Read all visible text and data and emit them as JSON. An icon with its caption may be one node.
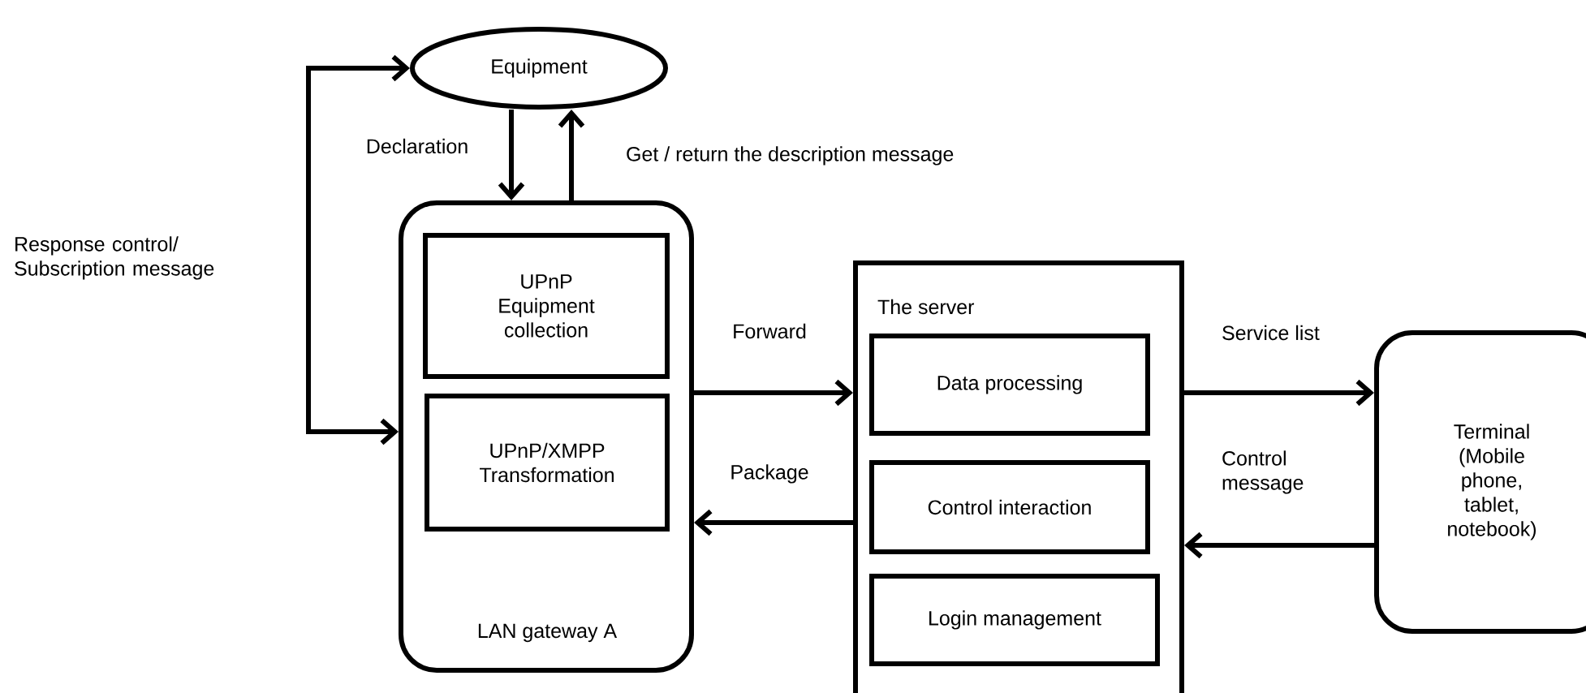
{
  "diagram": {
    "nodes": [
      {
        "text": [
          "Equipment"
        ]
      },
      {
        "text": [
          "LAN gateway A"
        ]
      },
      {
        "text": [
          "UPnP Equipment collection"
        ],
        "in": 1
      },
      {
        "text": [
          "UPnP/XMPP Transformation"
        ],
        "in": 1
      },
      {
        "text": [
          "The server"
        ]
      },
      {
        "text": [
          "Data processing"
        ],
        "in": 4
      },
      {
        "text": [
          "Control interaction"
        ],
        "in": 4
      },
      {
        "text": [
          "Login management"
        ],
        "in": 4
      },
      {
        "text": [
          "Terminal (Mobile phone, tablet, notebook)"
        ]
      }
    ],
    "edges": [
      {
        "from": 0,
        "to": 1,
        "arrow": "to",
        "label": "Declaration"
      },
      {
        "from": 1,
        "to": 0,
        "arrow": "to",
        "label": "Get / return the description message"
      },
      {
        "from": 0,
        "to": 1,
        "arrow": "both",
        "label": "Response control/ Subscription message"
      },
      {
        "from": 1,
        "to": 4,
        "arrow": "to",
        "label": "Forward"
      },
      {
        "from": 4,
        "to": 1,
        "arrow": "to",
        "label": "Package"
      },
      {
        "from": 4,
        "to": 8,
        "arrow": "to",
        "label": "Service list"
      },
      {
        "from": 8,
        "to": 4,
        "arrow": "to",
        "label": "Control message"
      }
    ]
  }
}
